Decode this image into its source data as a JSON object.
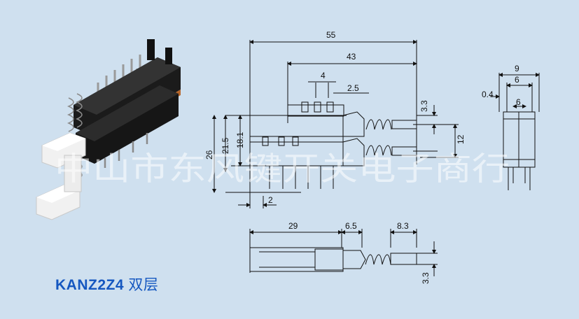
{
  "product": {
    "model": "KANZ2Z4",
    "layers": "双层"
  },
  "watermark": "中山市东风键开关电子商行",
  "dimensions": {
    "total_length": "55",
    "body_length": "43",
    "pin_pitch": "4",
    "pin_offset": "2.5",
    "stem_height": "3.3",
    "total_height": "26",
    "height_21_5": "21.5",
    "height_18_1": "18.1",
    "layer_spacing": "12",
    "pin_edge": "2",
    "end_width": "9",
    "end_inner": "6",
    "end_gap": "0.4",
    "end_center": "6",
    "bottom_body": "29",
    "bottom_mid": "6.5",
    "bottom_stem": "8.3",
    "bottom_height": "3.3"
  },
  "colors": {
    "background": "#cfe0ef",
    "title": "#1557c0",
    "line": "#111111"
  }
}
